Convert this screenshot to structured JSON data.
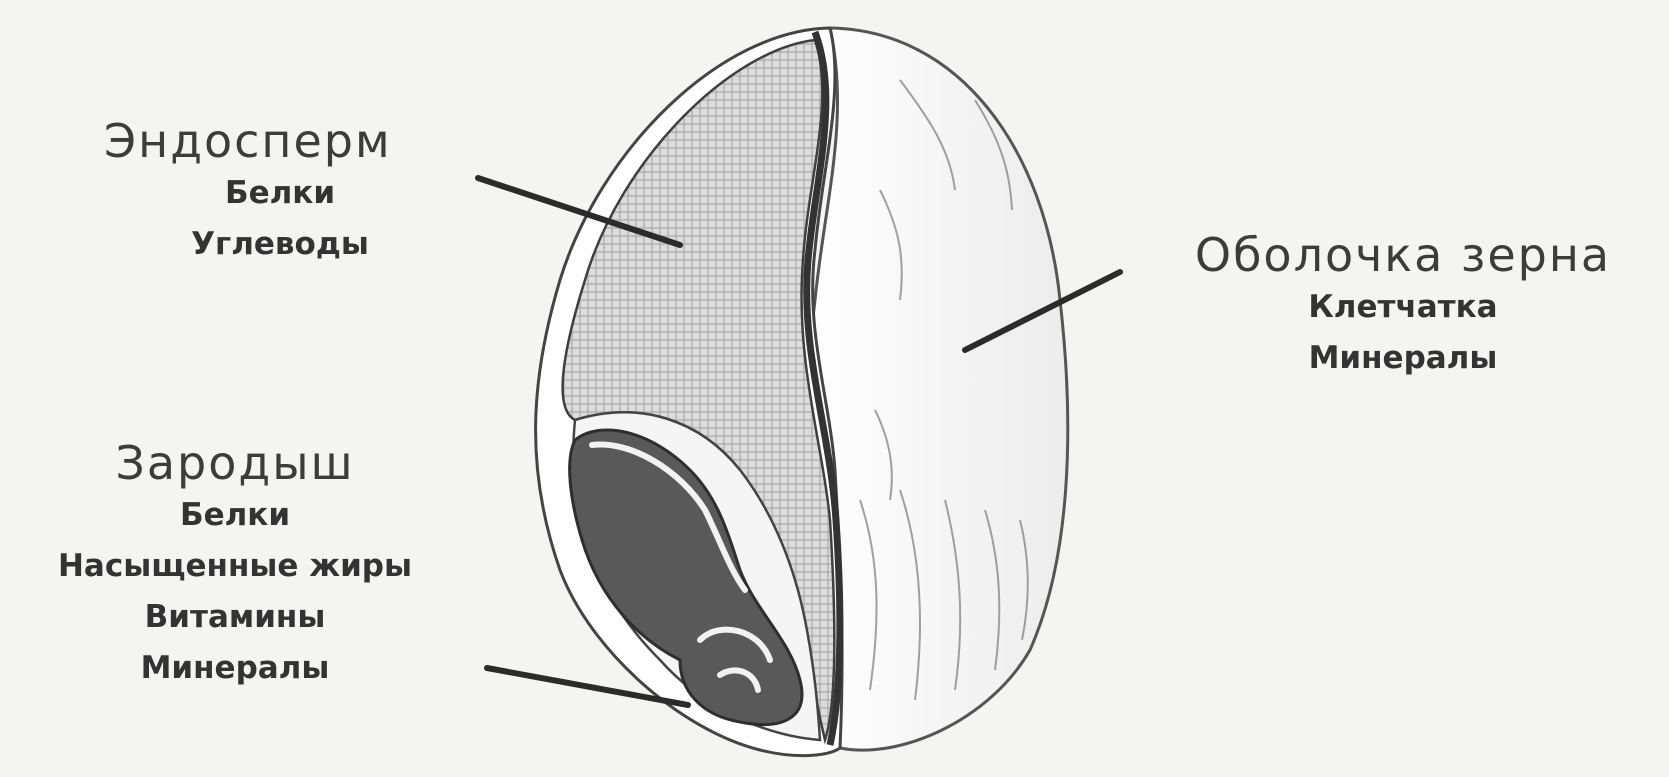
{
  "diagram": {
    "labels": {
      "endosperm": {
        "title": "Эндосперм",
        "items": [
          "Белки",
          "Углеводы"
        ]
      },
      "shell": {
        "title": "Оболочка зерна",
        "items": [
          "Клетчатка",
          "Минералы"
        ]
      },
      "germ": {
        "title": "Зародыш",
        "items": [
          "Белки",
          "Насыщенные жиры",
          "Витамины",
          "Минералы"
        ]
      }
    },
    "colors": {
      "background": "#f4f4f2",
      "outline": "#4a4a4a",
      "endosperm_fill": "#d8d8d8",
      "germ_fill": "#5a5a5a",
      "shell_fill": "#fbfbfb",
      "leader_line": "#2e2e2e"
    }
  }
}
